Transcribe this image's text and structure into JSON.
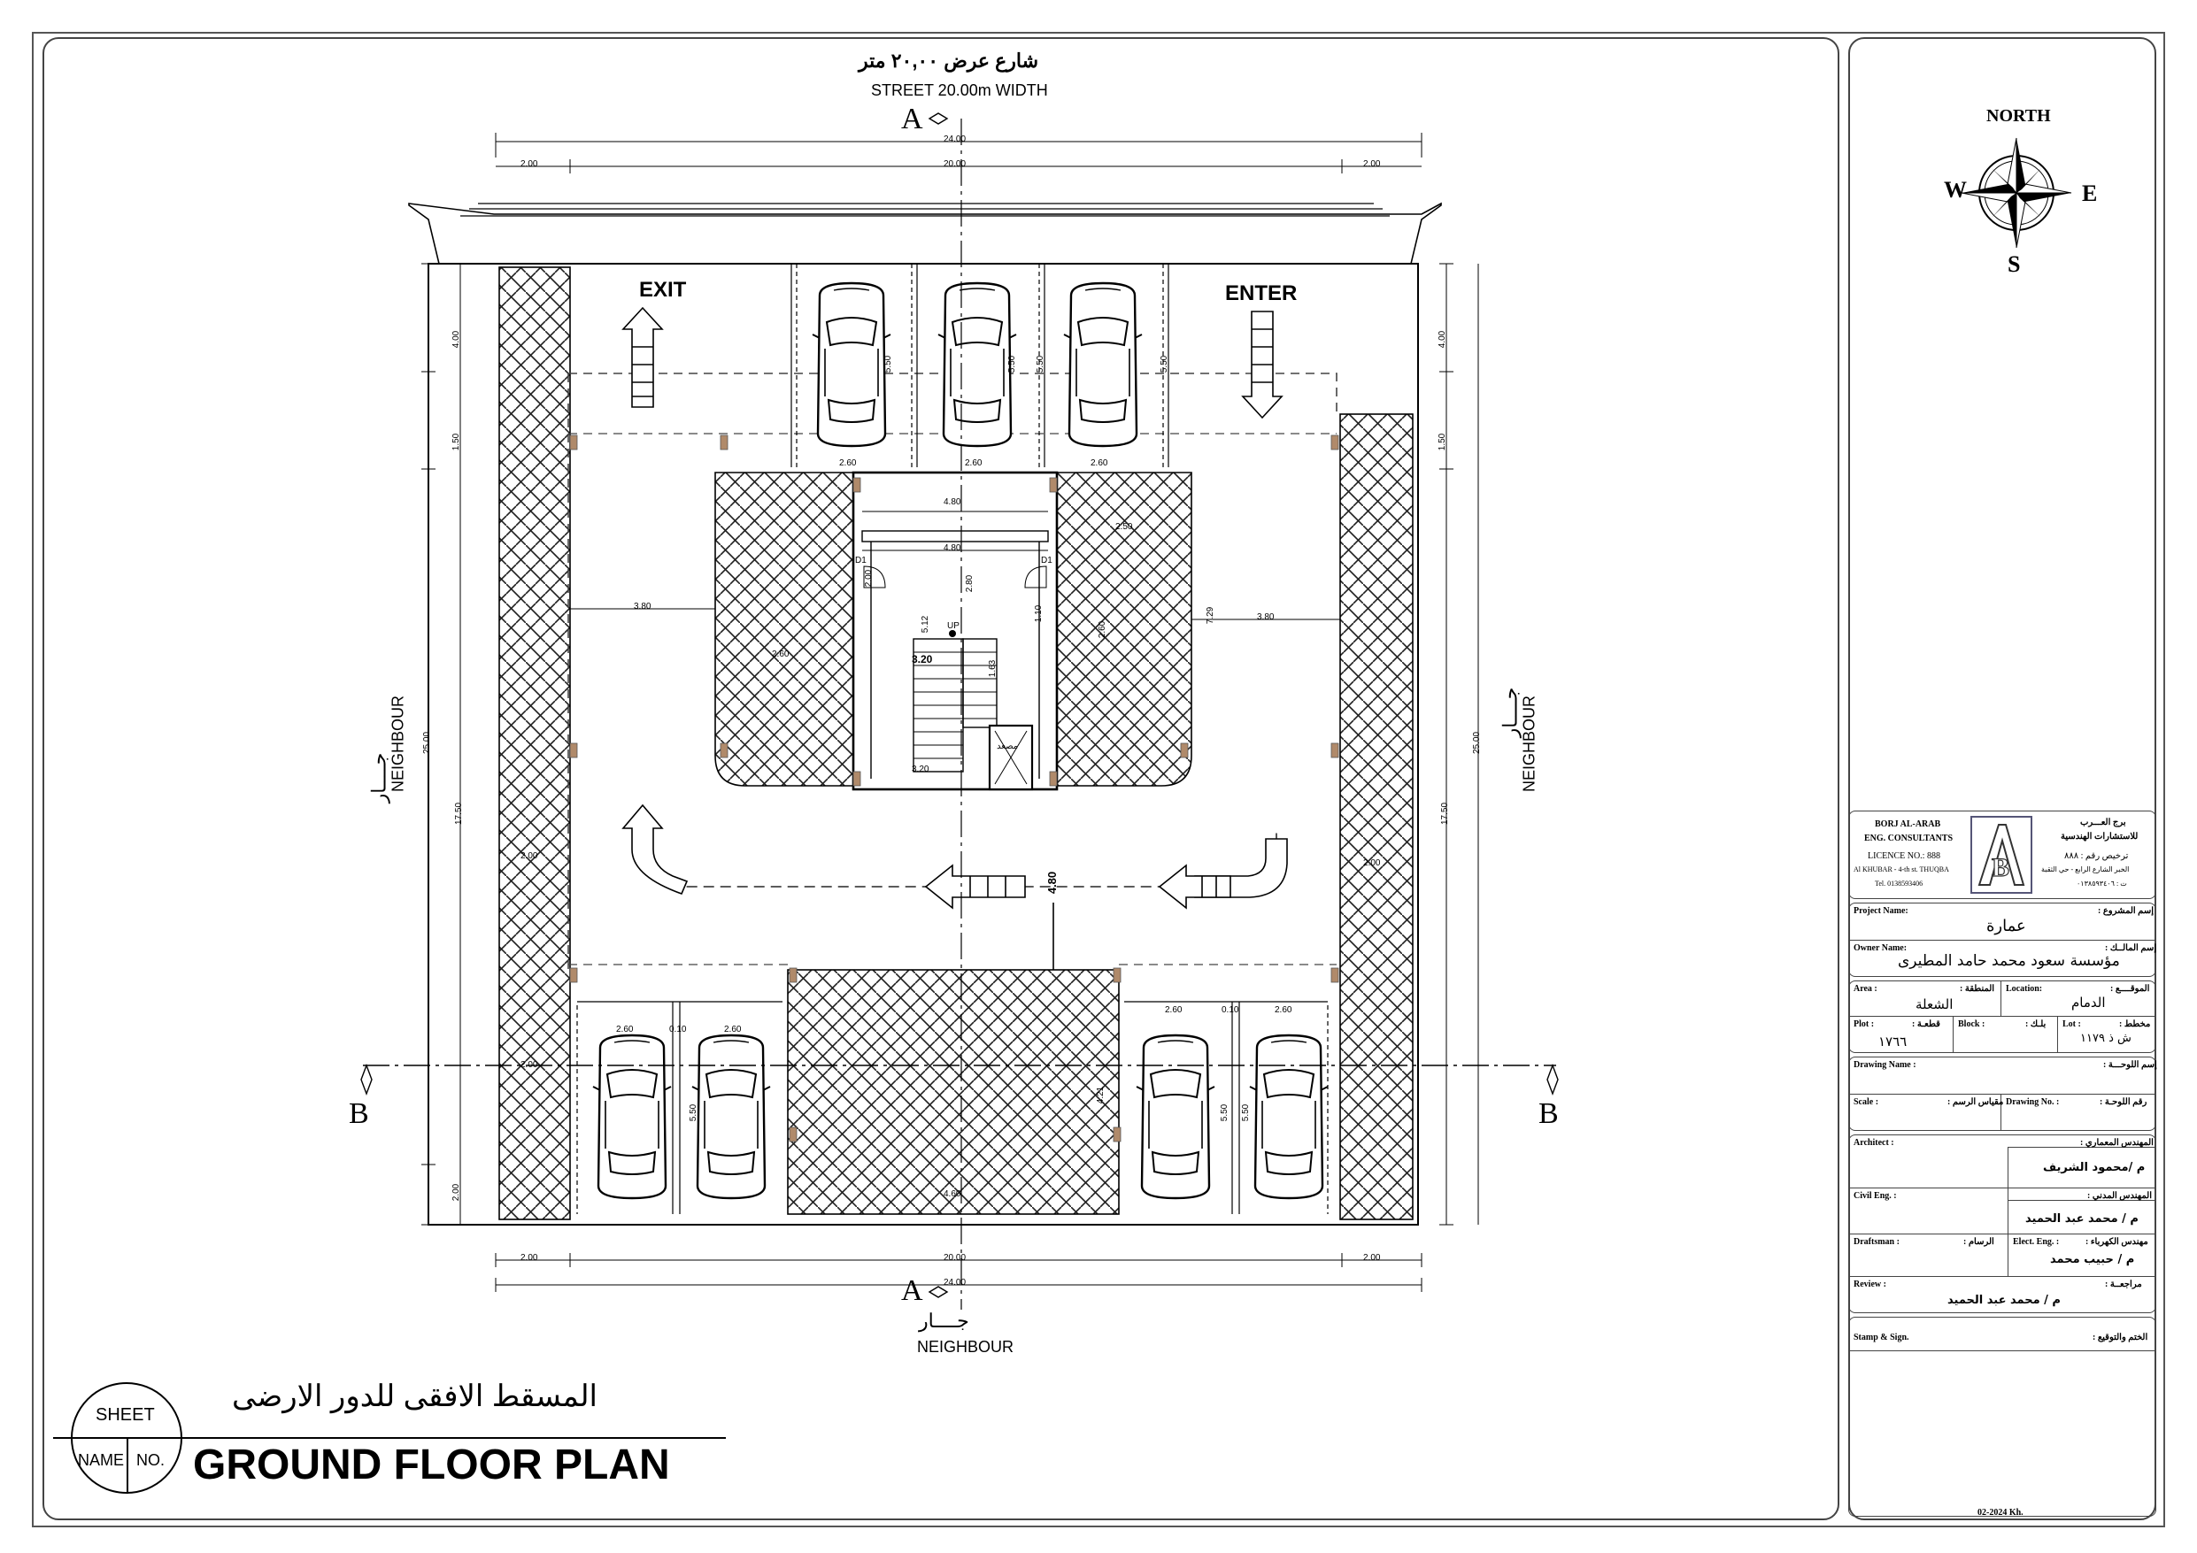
{
  "street": {
    "ar": "شارع عرض ٢٠,٠٠ متر",
    "en": "STREET 20.00m WIDTH"
  },
  "section_markers": {
    "a": "A",
    "b": "B"
  },
  "dims": {
    "top_total": "24.00",
    "top_inner": "20.00",
    "side_setback": "2.00",
    "left_top": "4.00",
    "left_mid": "1.50",
    "left_total": "25.00",
    "left_main": "17.50",
    "left_bottom": "2.00",
    "right_top": "4.00",
    "right_mid": "1.50",
    "right_total": "25.00",
    "right_main": "17.50",
    "bottom_total": "24.00",
    "bottom_inner": "20.00",
    "stall_w": "2.60",
    "stall_l": "5.50",
    "aisle_w": "3.80",
    "gap": "0.10",
    "drive": "4.80",
    "core_w": "4.60",
    "core_w2": "4.80",
    "stair": "3.20",
    "core_h": "7.29",
    "core_h2": "2.80",
    "small1": "1.63",
    "small2": "1.10",
    "small3": "2.00",
    "small4": "2.50",
    "small5": "5.12",
    "wall": "2.60",
    "bot_mid": "4.60",
    "n_center": "4.21"
  },
  "labels": {
    "exit": "EXIT",
    "enter": "ENTER",
    "neighbour": "NEIGHBOUR",
    "neighbour_ar": "جــــار",
    "up": "UP",
    "door": "D1",
    "elevator": "مصعد"
  },
  "north": {
    "title": "NORTH",
    "n": "N",
    "e": "E",
    "s": "S",
    "w": "W"
  },
  "drawing_title": {
    "sheet": "SHEET",
    "name": "NAME",
    "no": "NO.",
    "ar": "المسقط الافقى للدور الارضى",
    "en": "GROUND FLOOR PLAN"
  },
  "title_block": {
    "company_en1": "BORJ AL-ARAB",
    "company_en2": "ENG. CONSULTANTS",
    "licence": "LICENCE NO.: 888",
    "address": "Al KHUBAR - 4-th st. THUQBA",
    "tel": "Tel. 0138593406",
    "company_ar1": "برج العـــرب",
    "company_ar2": "للاستشارات الهندسية",
    "licence_ar": "ترخيص رقم : ٨٨٨",
    "address_ar": "الخبر الشارع الرابع - حي الثقبة",
    "tel_ar": "ت : ٠١٣٨٥٩٣٤٠٦",
    "project_name_label": "Project Name:",
    "project_name_label_ar": "إسم المشروع :",
    "project_name": "عمارة",
    "owner_label": "Owner Name:",
    "owner_label_ar": "إسم المالــك :",
    "owner": "مؤسسة سعود محمد حامد المطيرى",
    "area_label": "Area :",
    "area_label_ar": "المنطقة :",
    "area": "الشعلة",
    "location_label": "Location:",
    "location_label_ar": "الموقــــع :",
    "location": "الدمام",
    "plot_label": "Plot :",
    "plot_label_ar": "قطعـة :",
    "plot": "١٧٦٦",
    "block_label": "Block :",
    "block_label_ar": "بلـك :",
    "lot_label": "Lot :",
    "lot_label_ar": "مخطط :",
    "lot": "ش ذ ١١٧٩",
    "drawing_name_label": "Drawing Name :",
    "drawing_name_label_ar": "إسم اللوحـــة :",
    "scale_label": "Scale :",
    "scale_label_ar": "مقياس الرسم :",
    "drawing_no_label": "Drawing No. :",
    "drawing_no_label_ar": "رقم اللوحـة :",
    "architect_label": "Architect :",
    "architect_label_ar": "المهندس المعماري :",
    "architect": "م /محمود الشريف",
    "civil_label": "Civil  Eng. :",
    "civil_label_ar": "المهندس المدني :",
    "civil": "م / محمد عبد الحميد",
    "draftsman_label": "Draftsman :",
    "draftsman_label_ar": "الرسام :",
    "elect_label": "Elect. Eng. :",
    "elect_label_ar": "مهندس الكهرباء :",
    "elect": "م / حبيب محمد",
    "review_label": "Review :",
    "review_label_ar": "مراجعــة :",
    "review": "م / محمد عبد الحميد",
    "stamp_label": "Stamp & Sign.",
    "stamp_label_ar": "الختم والتوقيع :",
    "date": "02-2024 Kh."
  }
}
